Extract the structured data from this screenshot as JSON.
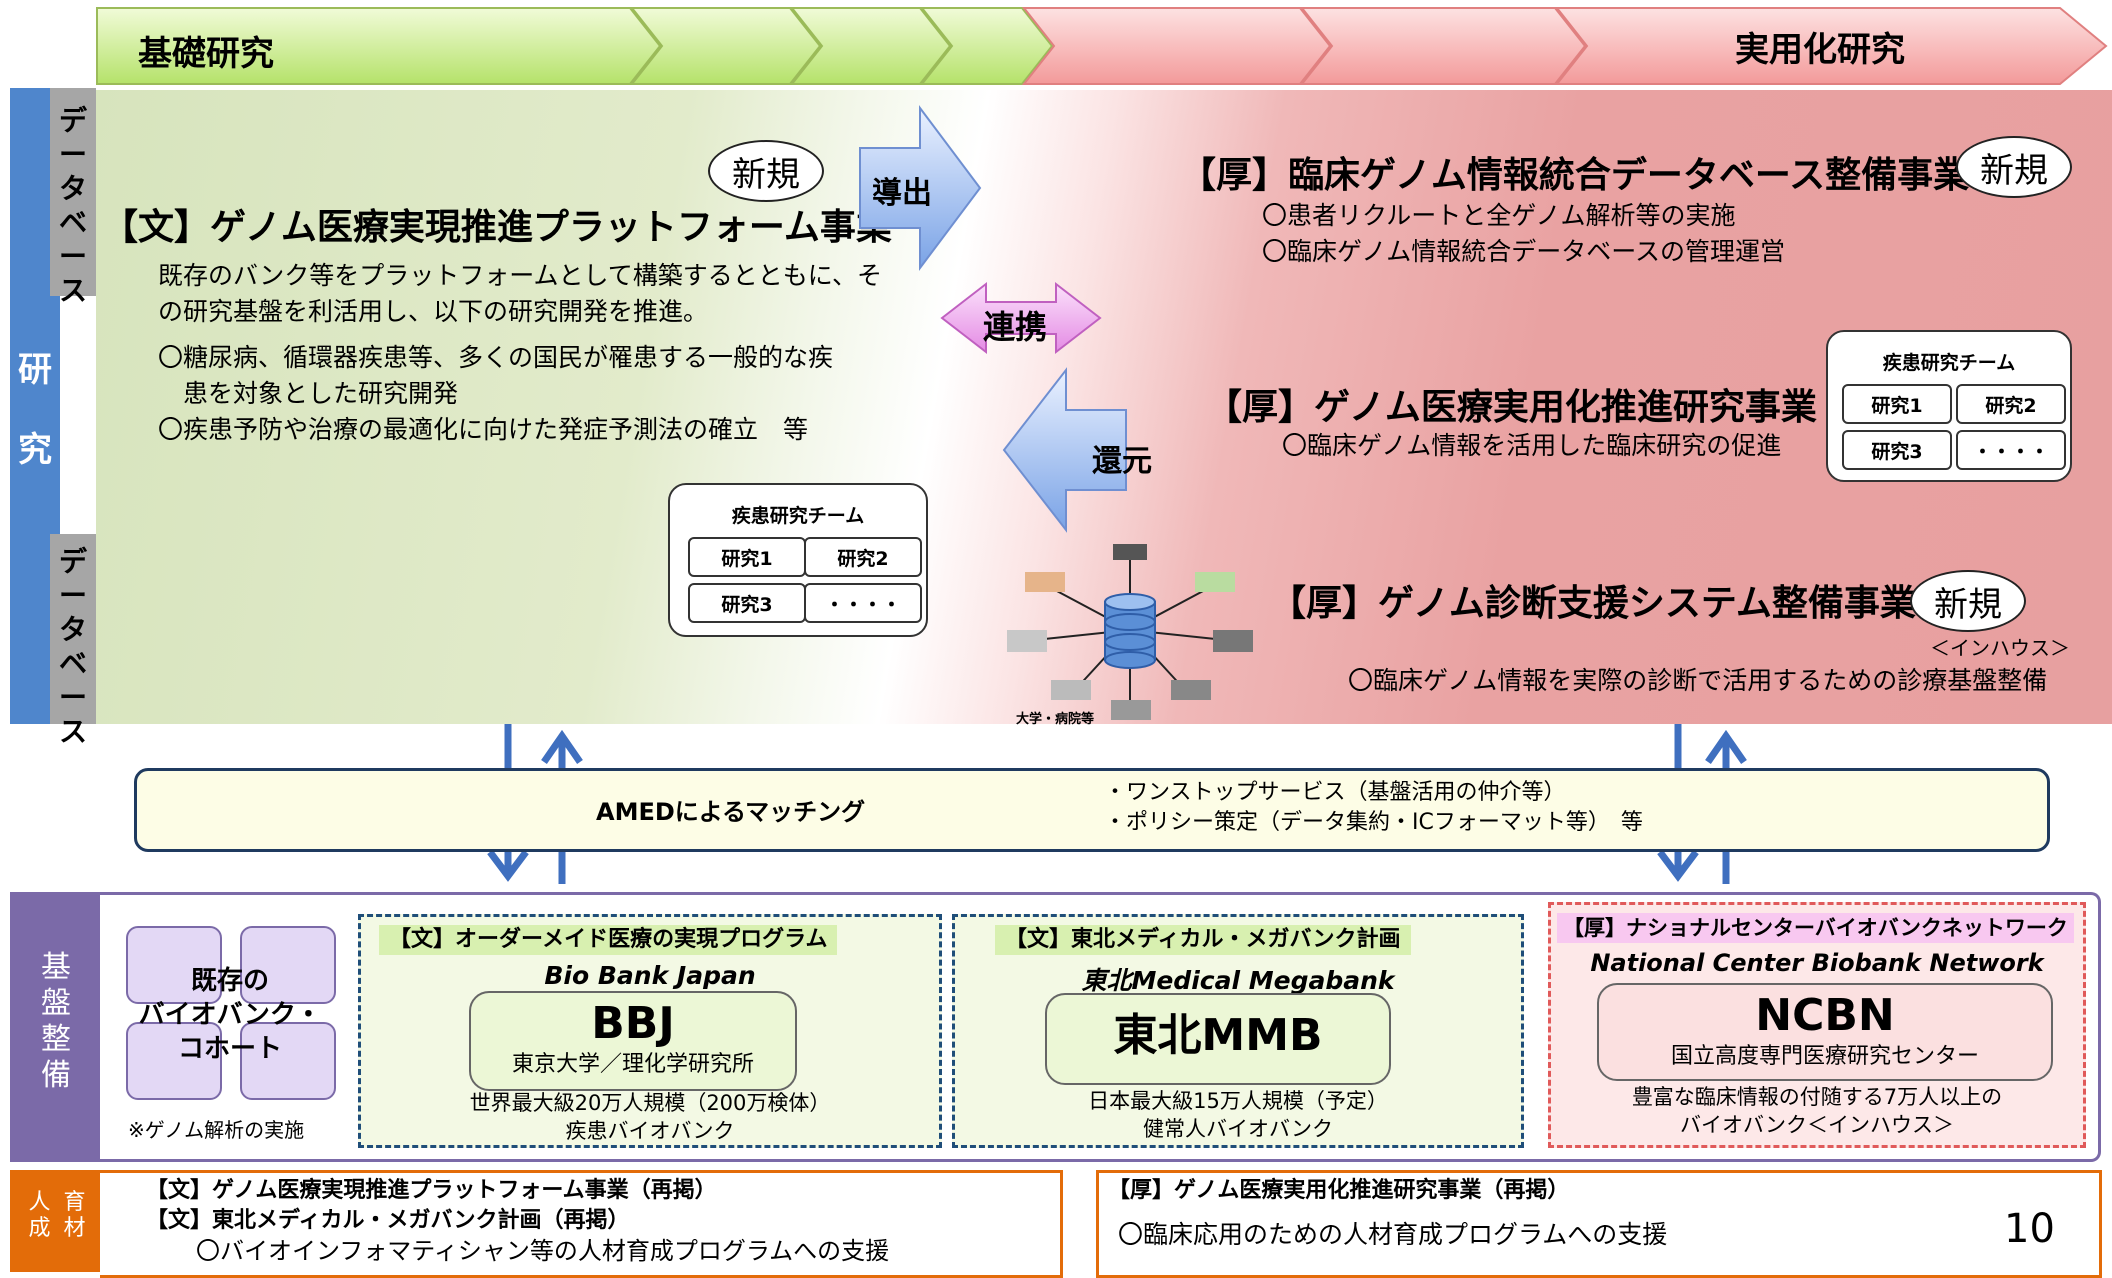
{
  "header": {
    "left": "基礎研究",
    "right": "実用化研究"
  },
  "side": {
    "research": [
      "研",
      "究"
    ],
    "database_top": "データベース",
    "database_bottom": "データベース",
    "infra": [
      "基",
      "盤",
      "整",
      "備"
    ],
    "hr": [
      "人",
      "育",
      "成",
      "材"
    ]
  },
  "left_block": {
    "badge": "新規",
    "title": "【文】ゲノム医療実現推進プラットフォーム事業",
    "desc_lines": [
      "既存のバンク等をプラットフォームとして構築するとともに、そ",
      "の研究基盤を利活用し、以下の研究開発を推進。"
    ],
    "items": [
      "〇糖尿病、循環器疾患等、多くの国民が罹患する一般的な疾",
      "　患を対象とした研究開発",
      "〇疾患予防や治療の最適化に向けた発症予測法の確立　等"
    ]
  },
  "team": {
    "title": "疾患研究チーム",
    "cells": [
      "研究1",
      "研究2",
      "研究3",
      "・・・・"
    ]
  },
  "arrows": {
    "derive": "導出",
    "link": "連携",
    "return": "還元"
  },
  "hub": {
    "caption": "大学・病院等"
  },
  "right1": {
    "title": "【厚】臨床ゲノム情報統合データベース整備事業",
    "badge": "新規",
    "items": [
      "〇患者リクルートと全ゲノム解析等の実施",
      "〇臨床ゲノム情報統合データベースの管理運営"
    ]
  },
  "right2": {
    "title": "【厚】ゲノム医療実用化推進研究事業",
    "items": [
      "〇臨床ゲノム情報を活用した臨床研究の促進"
    ]
  },
  "right3": {
    "title": "【厚】ゲノム診断支援システム整備事業",
    "badge": "新規",
    "note": "＜インハウス＞",
    "items": [
      "〇臨床ゲノム情報を実際の診断で活用するための診療基盤整備"
    ]
  },
  "amed": {
    "label": "AMEDによるマッチング",
    "items": [
      "・ワンストップサービス（基盤活用の仲介等）",
      "・ポリシー策定（データ集約・ICフォーマット等）　等"
    ]
  },
  "infra": {
    "existing": {
      "label_lines": [
        "既存の",
        "バイオバンク・",
        "コホート"
      ],
      "note": "※ゲノム解析の実施"
    },
    "bbj": {
      "head": "【文】オーダーメイド医療の実現プログラム",
      "en": "Bio Bank Japan",
      "name": "BBJ",
      "org": "東京大学／理化学研究所",
      "desc": [
        "世界最大級20万人規模（200万検体）",
        "疾患バイオバンク"
      ]
    },
    "mmb": {
      "head": "【文】東北メディカル・メガバンク計画",
      "en": "東北Medical Megabank",
      "name": "東北MMB",
      "desc": [
        "日本最大級15万人規模（予定）",
        "健常人バイオバンク"
      ]
    },
    "ncbn": {
      "head": "【厚】ナショナルセンターバイオバンクネットワーク",
      "en": "National Center Biobank Network",
      "name": "NCBN",
      "org": "国立高度専門医療研究センター",
      "desc": [
        "豊富な臨床情報の付随する7万人以上の",
        "バイオバンク＜インハウス＞"
      ]
    }
  },
  "hr": {
    "left": [
      "【文】ゲノム医療実現推進プラットフォーム事業（再掲）",
      "【文】東北メディカル・メガバンク計画（再掲）",
      "〇バイオインフォマティシャン等の人材育成プログラムへの支援"
    ],
    "right": [
      "【厚】ゲノム医療実用化推進研究事業（再掲）",
      "〇臨床応用のための人材育成プログラムへの支援"
    ]
  },
  "page_number": "10",
  "colors": {
    "blue_side": "#4f86cc",
    "purple": "#7b6aa8",
    "orange": "#e36c09",
    "green_bg": "#d7e4bd",
    "pink_bg": "#e9a2a2"
  }
}
